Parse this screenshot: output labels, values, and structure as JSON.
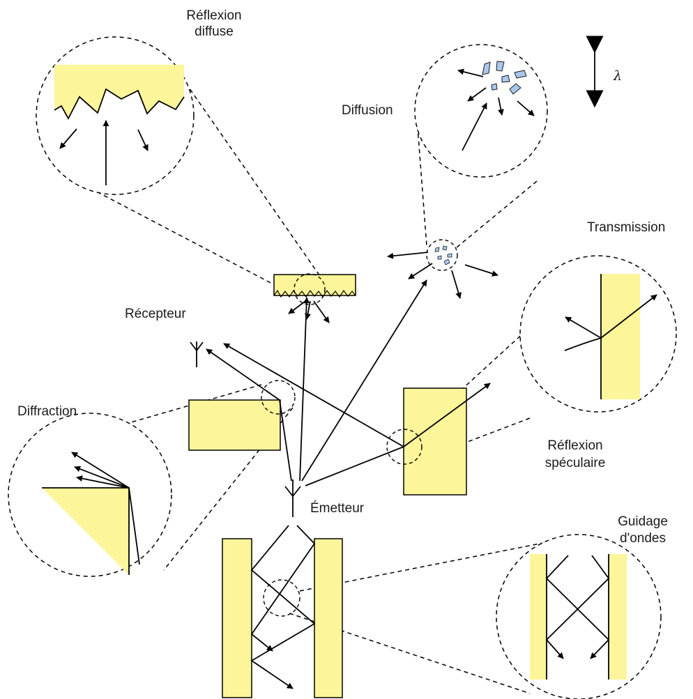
{
  "labels": {
    "diffuse_1": "Réflexion",
    "diffuse_2": "diffuse",
    "diffusion": "Diffusion",
    "lambda": "λ",
    "transmission": "Transmission",
    "recepteur": "Récepteur",
    "diffraction": "Diffraction",
    "specular_1": "Réflexion",
    "specular_2": "spéculaire",
    "emetteur": "Émetteur",
    "guidage_1": "Guidage",
    "guidage_2": "d'ondes"
  },
  "colors": {
    "obstacle_fill": "#fdf59a",
    "particle_fill": "#a9c8ec",
    "line": "#000000"
  }
}
